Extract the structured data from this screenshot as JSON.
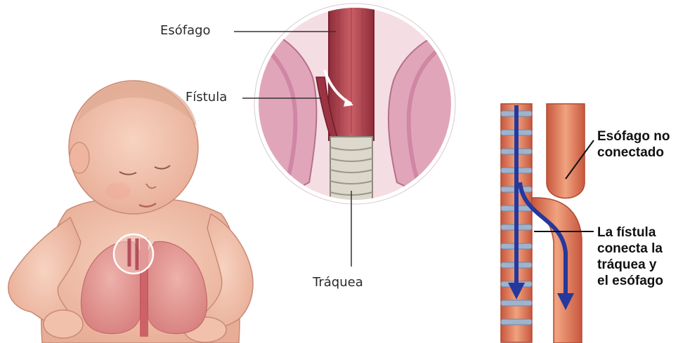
{
  "colors": {
    "skin": "#f4c6b0",
    "lung": "#e59a98",
    "tissue_pink": "#e1a5ba",
    "esophagus": "#c24a55",
    "trachea": "#d9d4c6",
    "vessel_blue": "#26389c",
    "cartilage": "#9fb3cc"
  },
  "labels": {
    "esophagus": "Esófago",
    "fistula": "Fístula",
    "trachea": "Tráquea"
  },
  "right_labels": {
    "unconnected": [
      "Esófago no",
      "conectado"
    ],
    "fistula_connects": [
      "La fístula",
      "conecta la",
      "tráquea y",
      "el esófago"
    ]
  }
}
